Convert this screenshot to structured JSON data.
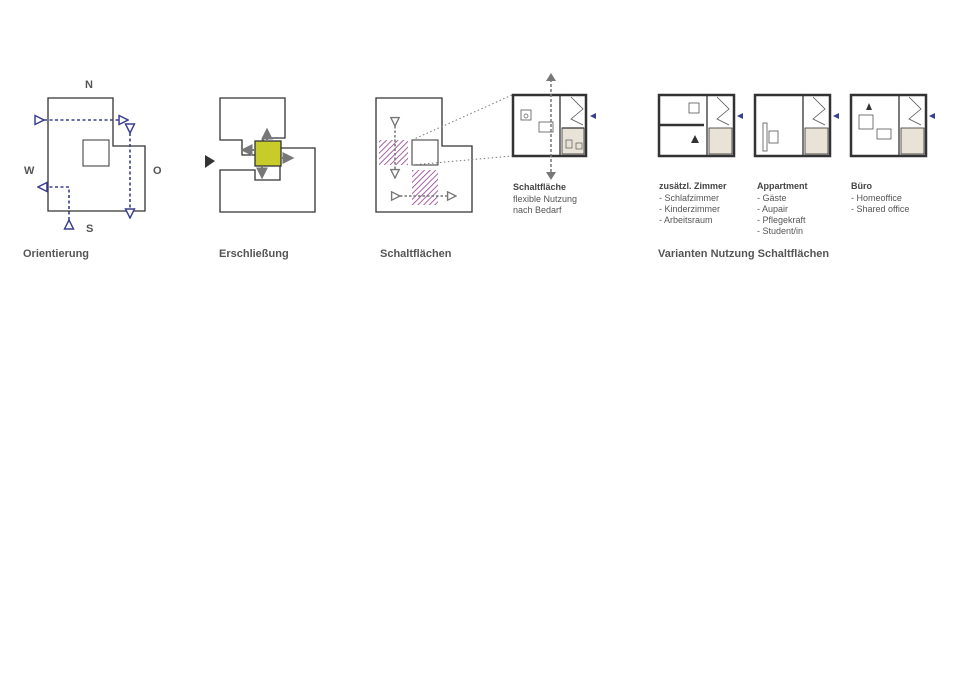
{
  "compass": {
    "north": "N",
    "south": "S",
    "west": "W",
    "east": "O"
  },
  "captions": {
    "orientation": "Orientierung",
    "access": "Erschließung",
    "switch_areas": "Schaltflächen",
    "variants": "Varianten Nutzung Schaltflächen"
  },
  "switch_area_note": {
    "title": "Schaltfläche",
    "lines": [
      "flexible Nutzung",
      "nach Bedarf"
    ]
  },
  "variants": [
    {
      "title": "zusätzl. Zimmer",
      "items": [
        "- Schlafzimmer",
        "- Kinderzimmer",
        "- Arbeitsraum"
      ]
    },
    {
      "title": "Appartment",
      "items": [
        "- Gäste",
        "- Aupair",
        "- Pflegekraft",
        "- Student/in"
      ]
    },
    {
      "title": "Büro",
      "items": [
        "- Homeoffice",
        "- Shared office"
      ]
    }
  ],
  "colors": {
    "outline": "#333333",
    "orientation_arrow": "#3a3f8f",
    "core_fill": "#c8cc2a",
    "hatch": "#8e3c8a",
    "grey_arrow": "#777777",
    "bath_fill": "#e8e3d6"
  }
}
